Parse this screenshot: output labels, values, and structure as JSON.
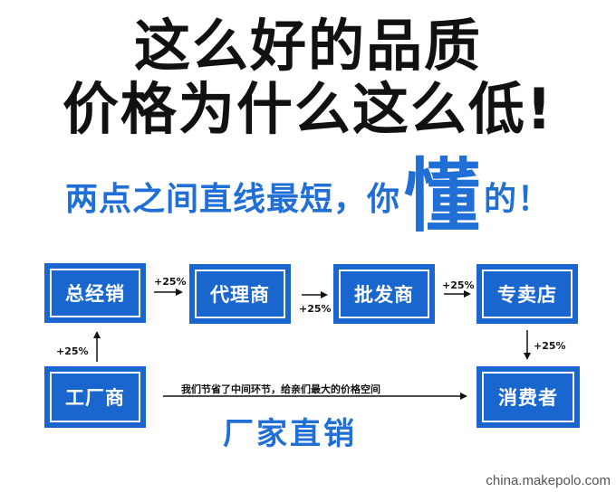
{
  "headline": {
    "line1": "这么好的品质",
    "line2": "价格为什么这么低!"
  },
  "tagline": {
    "part1": "两点之间直线最短，你",
    "emphasis": "懂",
    "part2": "的！"
  },
  "flow": {
    "boxes": {
      "zongjingxiao": "总经销",
      "dailishang": "代理商",
      "pifashang": "批发商",
      "zhuanmaidian": "专卖店",
      "gongchangshang": "工厂商",
      "xiaofeizhe": "消费者"
    },
    "markups": [
      "+25%",
      "+25%",
      "+25%",
      "+25%",
      "+25%"
    ],
    "direct_note": "我们节省了中间环节，给亲们最大的价格空间",
    "direct_label": "厂家直销"
  },
  "colors": {
    "accent": "#1a66cf",
    "headline": "#111111"
  },
  "watermark": "china.makepolo.com"
}
